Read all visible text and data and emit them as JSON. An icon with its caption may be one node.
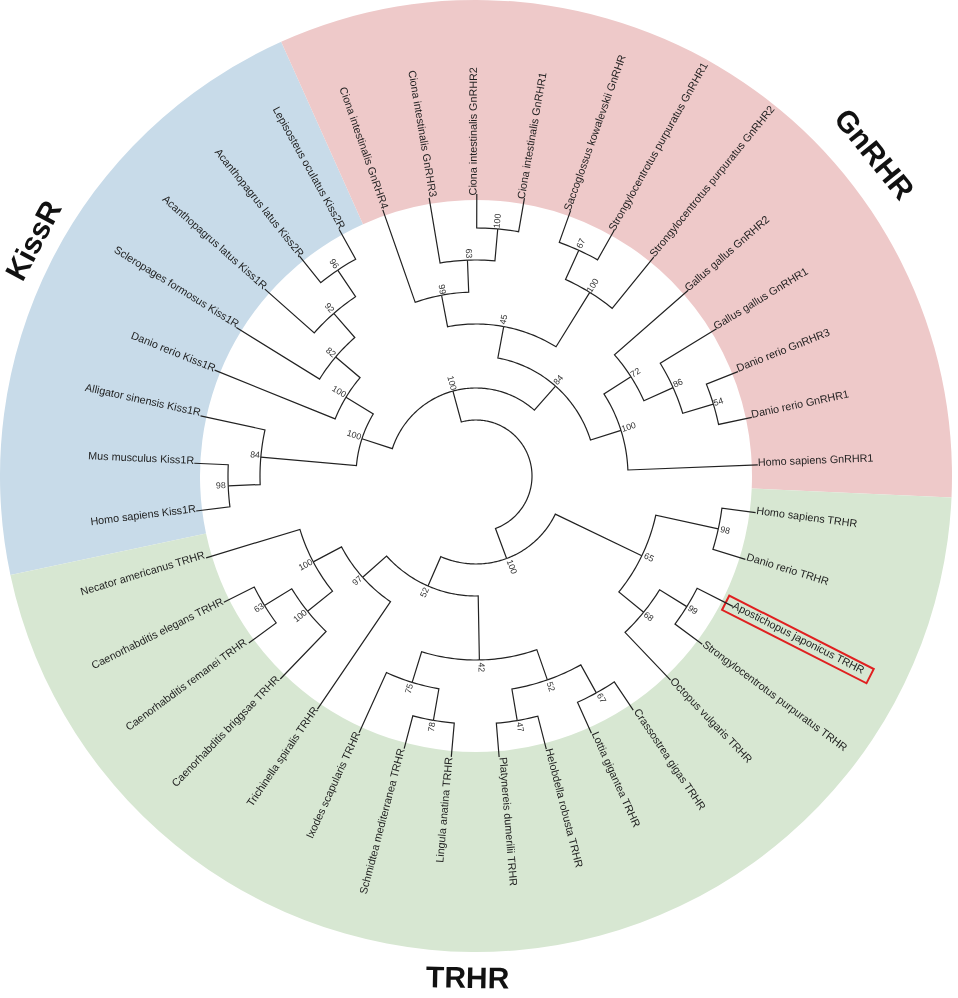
{
  "diagram": {
    "nodes": [
      {
        "text": [
          "KissR"
        ]
      },
      {
        "text": [
          "GnRHR"
        ]
      },
      {
        "text": [
          "TRHR"
        ]
      },
      {
        "text": [
          "Homo sapiens Kiss1R"
        ],
        "in": 0
      },
      {
        "text": [
          "Mus musculus Kiss1R"
        ],
        "in": 0
      },
      {
        "text": [
          "Alligator sinensis Kiss1R"
        ],
        "in": 0
      },
      {
        "text": [
          "Danio rerio Kiss1R"
        ],
        "in": 0
      },
      {
        "text": [
          "Scleropages formosus Kiss1R"
        ],
        "in": 0
      },
      {
        "text": [
          "Acanthopagrus latus Kiss1R"
        ],
        "in": 0
      },
      {
        "text": [
          "Acanthopagrus latus Kiss2R"
        ],
        "in": 0
      },
      {
        "text": [
          "Lepisosteus oculatus Kiss2R"
        ],
        "in": 0
      },
      {
        "text": [
          "Ciona intestinalis GnRHR4"
        ],
        "in": 1
      },
      {
        "text": [
          "Ciona intestinalis GnRHR3"
        ],
        "in": 1
      },
      {
        "text": [
          "Ciona intestinalis GnRHR2"
        ],
        "in": 1
      },
      {
        "text": [
          "Ciona intestinalis GnRHR1"
        ],
        "in": 1
      },
      {
        "text": [
          "Saccoglossus kowalevskii GnRHR"
        ],
        "in": 1
      },
      {
        "text": [
          "Strongylocentrotus purpuratus GnRHR1"
        ],
        "in": 1
      },
      {
        "text": [
          "Strongylocentrotus purpuratus GnRHR2"
        ],
        "in": 1
      },
      {
        "text": [
          "Gallus gallus GnRHR2"
        ],
        "in": 1
      },
      {
        "text": [
          "Gallus gallus GnRHR1"
        ],
        "in": 1
      },
      {
        "text": [
          "Danio rerio GnRHR3"
        ],
        "in": 1
      },
      {
        "text": [
          "Danio rerio GnRHR1"
        ],
        "in": 1
      },
      {
        "text": [
          "Homo sapiens GnRHR1"
        ],
        "in": 1
      },
      {
        "text": [
          "Homo sapiens TRHR"
        ],
        "in": 2
      },
      {
        "text": [
          "Danio rerio TRHR"
        ],
        "in": 2
      },
      {
        "text": [
          "Apostichopus japonicus TRHR"
        ],
        "in": 2
      },
      {
        "text": [
          "Strongylocentrotus purpuratus TRHR"
        ],
        "in": 2
      },
      {
        "text": [
          "Octopus vulgaris TRHR"
        ],
        "in": 2
      },
      {
        "text": [
          "Crassostrea gigas TRHR"
        ],
        "in": 2
      },
      {
        "text": [
          "Lottia gigantea TRHR"
        ],
        "in": 2
      },
      {
        "text": [
          "Helobdella robusta TRHR"
        ],
        "in": 2
      },
      {
        "text": [
          "Platynereis dumerilii TRHR"
        ],
        "in": 2
      },
      {
        "text": [
          "Lingula anatina TRHR"
        ],
        "in": 2
      },
      {
        "text": [
          "Schmidtea mediterranea TRHR"
        ],
        "in": 2
      },
      {
        "text": [
          "Ixodes scapularis TRHR"
        ],
        "in": 2
      },
      {
        "text": [
          "Trichinella spiralis TRHR"
        ],
        "in": 2
      },
      {
        "text": [
          "Caenorhabditis briggsae TRHR"
        ],
        "in": 2
      },
      {
        "text": [
          "Caenorhabditis remanei TRHR"
        ],
        "in": 2
      },
      {
        "text": [
          "Caenorhabditis elegans TRHR"
        ],
        "in": 2
      },
      {
        "text": [
          "Necator americanus TRHR"
        ],
        "in": 2
      },
      {
        "text": [
          "96"
        ]
      },
      {
        "text": [
          "92"
        ]
      },
      {
        "text": [
          "82"
        ]
      },
      {
        "text": [
          "100"
        ]
      },
      {
        "text": [
          "98"
        ]
      },
      {
        "text": [
          "84"
        ]
      },
      {
        "text": [
          "100"
        ]
      },
      {
        "text": [
          "100"
        ]
      },
      {
        "text": [
          "63"
        ]
      },
      {
        "text": [
          "99"
        ]
      },
      {
        "text": [
          "67"
        ]
      },
      {
        "text": [
          "100"
        ]
      },
      {
        "text": [
          "45"
        ]
      },
      {
        "text": [
          "54"
        ]
      },
      {
        "text": [
          "86"
        ]
      },
      {
        "text": [
          "72"
        ]
      },
      {
        "text": [
          "100"
        ]
      },
      {
        "text": [
          "84"
        ]
      },
      {
        "text": [
          "100"
        ]
      },
      {
        "text": [
          "98"
        ]
      },
      {
        "text": [
          "99"
        ]
      },
      {
        "text": [
          "68"
        ]
      },
      {
        "text": [
          "65"
        ]
      },
      {
        "text": [
          "67"
        ]
      },
      {
        "text": [
          "47"
        ]
      },
      {
        "text": [
          "52"
        ]
      },
      {
        "text": [
          "78"
        ]
      },
      {
        "text": [
          "75"
        ]
      },
      {
        "text": [
          "42"
        ]
      },
      {
        "text": [
          "63"
        ]
      },
      {
        "text": [
          "100"
        ]
      },
      {
        "text": [
          "100"
        ]
      },
      {
        "text": [
          "97"
        ]
      },
      {
        "text": [
          "52"
        ]
      },
      {
        "text": [
          "100"
        ]
      }
    ],
    "edges": [
      {
        "from": 40,
        "to": 9,
        "arrow": "none"
      },
      {
        "from": 40,
        "to": 10,
        "arrow": "none"
      },
      {
        "from": 41,
        "to": 8,
        "arrow": "none"
      },
      {
        "from": 41,
        "to": 40,
        "arrow": "none"
      },
      {
        "from": 42,
        "to": 7,
        "arrow": "none"
      },
      {
        "from": 42,
        "to": 41,
        "arrow": "none"
      },
      {
        "from": 43,
        "to": 6,
        "arrow": "none"
      },
      {
        "from": 43,
        "to": 42,
        "arrow": "none"
      },
      {
        "from": 44,
        "to": 3,
        "arrow": "none"
      },
      {
        "from": 44,
        "to": 4,
        "arrow": "none"
      },
      {
        "from": 45,
        "to": 44,
        "arrow": "none"
      },
      {
        "from": 45,
        "to": 5,
        "arrow": "none"
      },
      {
        "from": 46,
        "to": 45,
        "arrow": "none"
      },
      {
        "from": 46,
        "to": 43,
        "arrow": "none"
      },
      {
        "from": 47,
        "to": 13,
        "arrow": "none"
      },
      {
        "from": 47,
        "to": 14,
        "arrow": "none"
      },
      {
        "from": 48,
        "to": 12,
        "arrow": "none"
      },
      {
        "from": 48,
        "to": 47,
        "arrow": "none"
      },
      {
        "from": 49,
        "to": 11,
        "arrow": "none"
      },
      {
        "from": 49,
        "to": 48,
        "arrow": "none"
      },
      {
        "from": 50,
        "to": 15,
        "arrow": "none"
      },
      {
        "from": 50,
        "to": 16,
        "arrow": "none"
      },
      {
        "from": 51,
        "to": 50,
        "arrow": "none"
      },
      {
        "from": 51,
        "to": 17,
        "arrow": "none"
      },
      {
        "from": 52,
        "to": 49,
        "arrow": "none"
      },
      {
        "from": 52,
        "to": 51,
        "arrow": "none"
      },
      {
        "from": 53,
        "to": 20,
        "arrow": "none"
      },
      {
        "from": 53,
        "to": 21,
        "arrow": "none"
      },
      {
        "from": 54,
        "to": 19,
        "arrow": "none"
      },
      {
        "from": 54,
        "to": 53,
        "arrow": "none"
      },
      {
        "from": 55,
        "to": 18,
        "arrow": "none"
      },
      {
        "from": 55,
        "to": 54,
        "arrow": "none"
      },
      {
        "from": 56,
        "to": 55,
        "arrow": "none"
      },
      {
        "from": 56,
        "to": 22,
        "arrow": "none"
      },
      {
        "from": 57,
        "to": 52,
        "arrow": "none"
      },
      {
        "from": 57,
        "to": 56,
        "arrow": "none"
      },
      {
        "from": 58,
        "to": 46,
        "arrow": "none"
      },
      {
        "from": 58,
        "to": 57,
        "arrow": "none"
      },
      {
        "from": 59,
        "to": 23,
        "arrow": "none"
      },
      {
        "from": 59,
        "to": 24,
        "arrow": "none"
      },
      {
        "from": 60,
        "to": 25,
        "arrow": "none"
      },
      {
        "from": 60,
        "to": 26,
        "arrow": "none"
      },
      {
        "from": 61,
        "to": 60,
        "arrow": "none"
      },
      {
        "from": 61,
        "to": 27,
        "arrow": "none"
      },
      {
        "from": 62,
        "to": 59,
        "arrow": "none"
      },
      {
        "from": 62,
        "to": 61,
        "arrow": "none"
      },
      {
        "from": 63,
        "to": 28,
        "arrow": "none"
      },
      {
        "from": 63,
        "to": 29,
        "arrow": "none"
      },
      {
        "from": 64,
        "to": 30,
        "arrow": "none"
      },
      {
        "from": 64,
        "to": 31,
        "arrow": "none"
      },
      {
        "from": 65,
        "to": 63,
        "arrow": "none"
      },
      {
        "from": 65,
        "to": 64,
        "arrow": "none"
      },
      {
        "from": 66,
        "to": 32,
        "arrow": "none"
      },
      {
        "from": 66,
        "to": 33,
        "arrow": "none"
      },
      {
        "from": 67,
        "to": 66,
        "arrow": "none"
      },
      {
        "from": 67,
        "to": 34,
        "arrow": "none"
      },
      {
        "from": 68,
        "to": 65,
        "arrow": "none"
      },
      {
        "from": 68,
        "to": 67,
        "arrow": "none"
      },
      {
        "from": 69,
        "to": 37,
        "arrow": "none"
      },
      {
        "from": 69,
        "to": 38,
        "arrow": "none"
      },
      {
        "from": 70,
        "to": 36,
        "arrow": "none"
      },
      {
        "from": 70,
        "to": 69,
        "arrow": "none"
      },
      {
        "from": 71,
        "to": 70,
        "arrow": "none"
      },
      {
        "from": 71,
        "to": 39,
        "arrow": "none"
      },
      {
        "from": 72,
        "to": 71,
        "arrow": "none"
      },
      {
        "from": 72,
        "to": 35,
        "arrow": "none"
      },
      {
        "from": 73,
        "to": 68,
        "arrow": "none"
      },
      {
        "from": 73,
        "to": 72,
        "arrow": "none"
      },
      {
        "from": 74,
        "to": 62,
        "arrow": "none"
      },
      {
        "from": 74,
        "to": 73,
        "arrow": "none"
      },
      {
        "from": 58,
        "to": 74,
        "arrow": "none"
      }
    ]
  }
}
